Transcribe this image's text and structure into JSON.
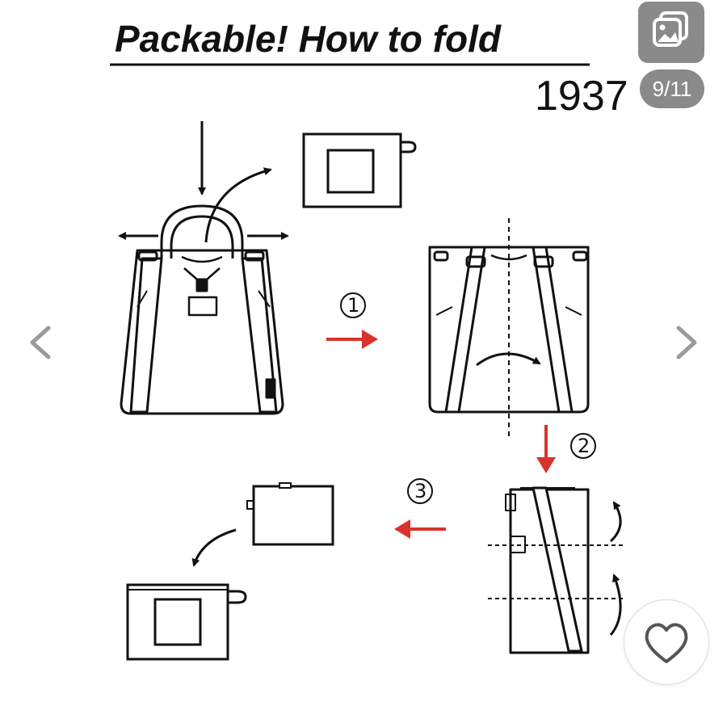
{
  "title": "Packable!  How to fold",
  "model_number": "1937",
  "steps": [
    "1",
    "2",
    "3"
  ],
  "gallery": {
    "counter": "9/11",
    "current": 9,
    "total": 11
  },
  "icons": {
    "gallery": "image-stack-icon",
    "prev": "chevron-left-icon",
    "next": "chevron-right-icon",
    "favorite": "heart-icon"
  },
  "colors": {
    "arrow_red": "#d9332b",
    "overlay_gray": "#8a8a8a",
    "line": "#111111"
  }
}
